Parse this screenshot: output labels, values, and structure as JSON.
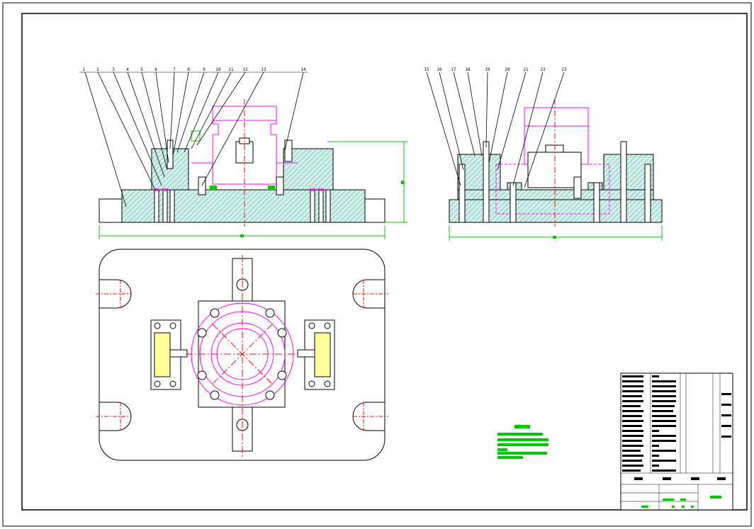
{
  "drawing": {
    "colors": {
      "outline": "#000000",
      "hatch": "#4fb3a9",
      "hatch_fill": "#cdeeea",
      "hidden": "#ff00ff",
      "center": "#ff0000",
      "dimension": "#00c800",
      "highlight": "#ffff99",
      "border": "#000000"
    },
    "front_view": {
      "callouts": [
        "1",
        "2",
        "3",
        "4",
        "5",
        "6",
        "7",
        "8",
        "9",
        "10",
        "11",
        "12",
        "13",
        "14"
      ]
    },
    "side_view": {
      "callouts": [
        "15",
        "16",
        "17",
        "18",
        "19",
        "20",
        "21",
        "22",
        "23"
      ]
    }
  }
}
